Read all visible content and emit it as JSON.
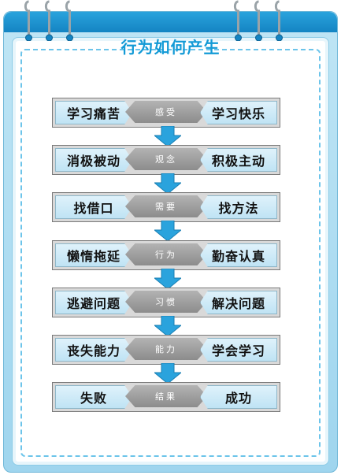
{
  "title": "行为如何产生",
  "rows": [
    {
      "left": "学习痛苦",
      "middle": "感受",
      "right": "学习快乐"
    },
    {
      "left": "消极被动",
      "middle": "观念",
      "right": "积极主动"
    },
    {
      "left": "找借口",
      "middle": "需要",
      "right": "找方法"
    },
    {
      "left": "懒惰拖延",
      "middle": "行为",
      "right": "勤奋认真"
    },
    {
      "left": "逃避问题",
      "middle": "习惯",
      "right": "解决问题"
    },
    {
      "left": "丧失能力",
      "middle": "能力",
      "right": "学会学习"
    },
    {
      "left": "失败",
      "middle": "结果",
      "right": "成功"
    }
  ],
  "colors": {
    "title": "#139ad6",
    "arrow": "#2aa3dd",
    "band": "#1484c3"
  }
}
